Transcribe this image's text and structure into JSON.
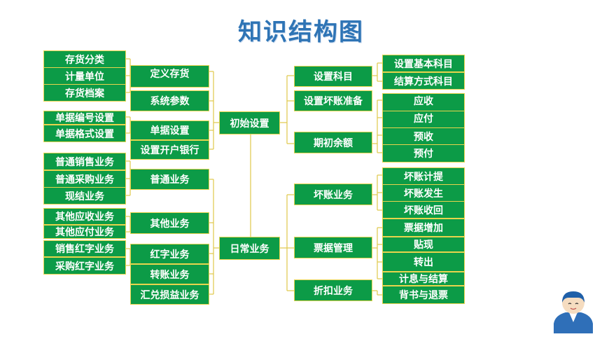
{
  "title": "知识结构图",
  "colors": {
    "box_fill": "#0c9b47",
    "box_border": "#e8d44d",
    "connector": "#e0c84a",
    "title": "#2e74b5"
  },
  "roots": {
    "init": "初始设置",
    "daily": "日常业务"
  },
  "left_mid": {
    "define_stock": "定义存货",
    "sys_params": "系统参数",
    "doc_setup": "单据设置",
    "open_bank": "设置开户银行",
    "normal_biz": "普通业务",
    "other_biz": "其他业务",
    "red_biz": "红字业务",
    "transfer_biz": "转账业务",
    "fx_biz": "汇兑损益业务"
  },
  "left_leaf": {
    "stock_class": "存货分类",
    "unit": "计量单位",
    "stock_file": "存货档案",
    "doc_no": "单据编号设置",
    "doc_format": "单据格式设置",
    "normal_sales": "普通销售业务",
    "normal_purchase": "普通采购业务",
    "cash_settle": "现结业务",
    "other_recv": "其他应收业务",
    "other_pay": "其他应付业务",
    "sales_red": "销售红字业务",
    "purchase_red": "采购红字业务"
  },
  "right_mid": {
    "set_subject": "设置科目",
    "bad_debt_prep": "设置坏账准备",
    "opening_balance": "期初余额",
    "bad_debt_biz": "坏账业务",
    "bill_mgmt": "票据管理",
    "discount_biz": "折扣业务"
  },
  "right_leaf": {
    "basic_subject": "设置基本科目",
    "settle_subject": "结算方式科目",
    "receivable": "应收",
    "payable": "应付",
    "advance_recv": "预收",
    "advance_pay": "预付",
    "bad_debt_accrue": "坏账计提",
    "bad_debt_occur": "坏账发生",
    "bad_debt_recover": "坏账收回",
    "bill_add": "票据增加",
    "discount": "贴现",
    "transfer_out": "转出",
    "interest_settle": "计息与结算",
    "endorse_return": "背书与退票"
  }
}
